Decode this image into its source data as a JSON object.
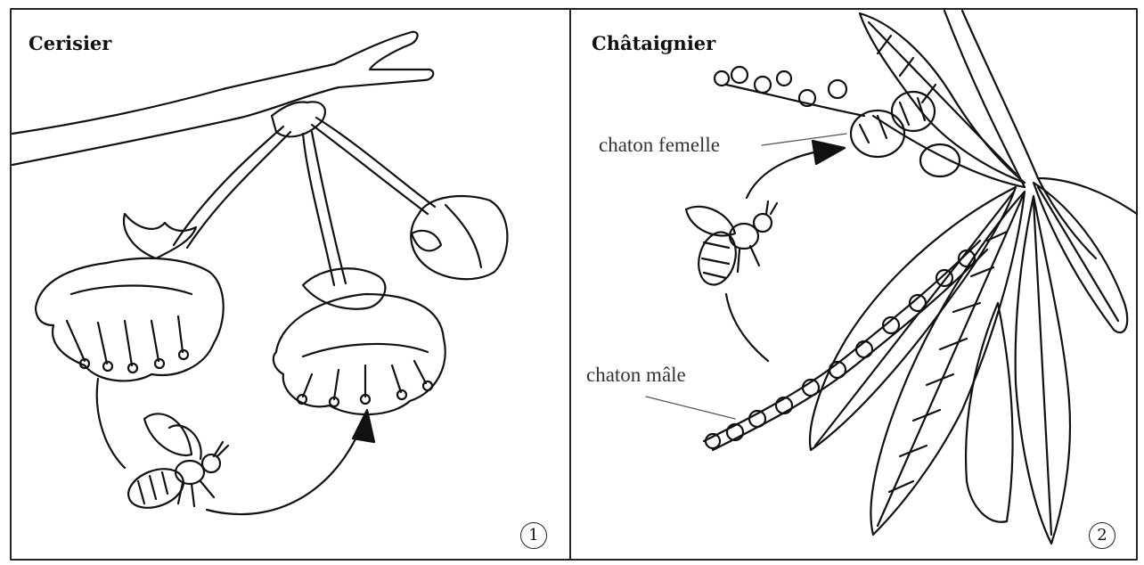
{
  "panels": [
    {
      "title": "Cerisier",
      "number": "1"
    },
    {
      "title": "Châtaignier",
      "number": "2",
      "labels": {
        "female": "chaton femelle",
        "male": "chaton mâle"
      }
    }
  ]
}
